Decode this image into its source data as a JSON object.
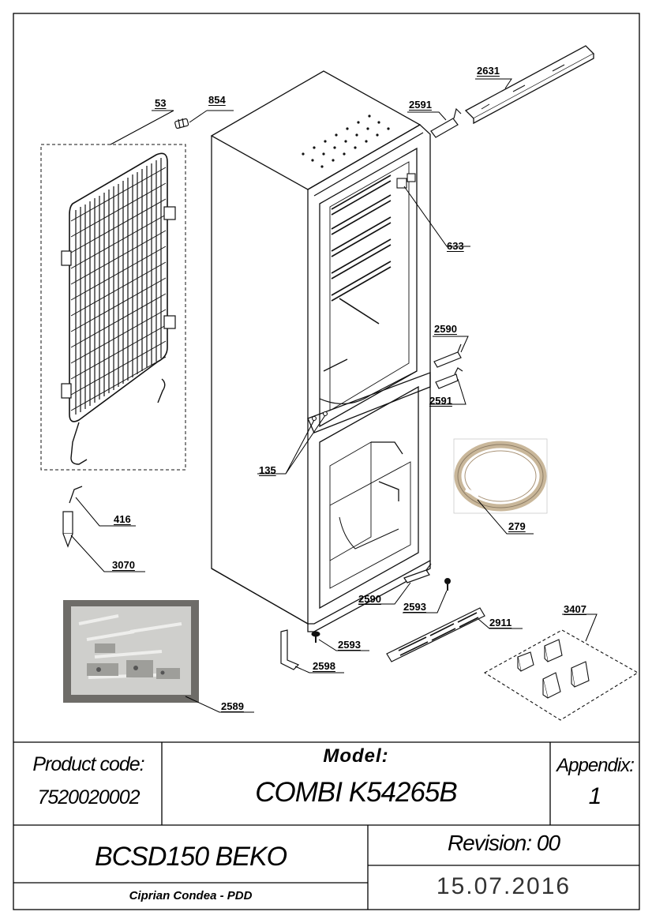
{
  "callouts": {
    "c53": "53",
    "c854": "854",
    "c2631": "2631",
    "c2591a": "2591",
    "c633": "633",
    "c2590a": "2590",
    "c2591b": "2591",
    "c135": "135",
    "c279": "279",
    "c416": "416",
    "c3070": "3070",
    "c2590b": "2590",
    "c2593a": "2593",
    "c2911": "2911",
    "c3407": "3407",
    "c2593b": "2593",
    "c2598": "2598",
    "c2589": "2589"
  },
  "title_block": {
    "product_code_label": "Product code:",
    "product_code": "7520020002",
    "model_label": "Model:",
    "model": "COMBI K54265B",
    "appendix_label": "Appendix:",
    "appendix": "1",
    "series": "BCSD150 BEKO",
    "revision": "Revision: 00",
    "author": "Ciprian Condea - PDD",
    "date": "15.07.2016"
  }
}
